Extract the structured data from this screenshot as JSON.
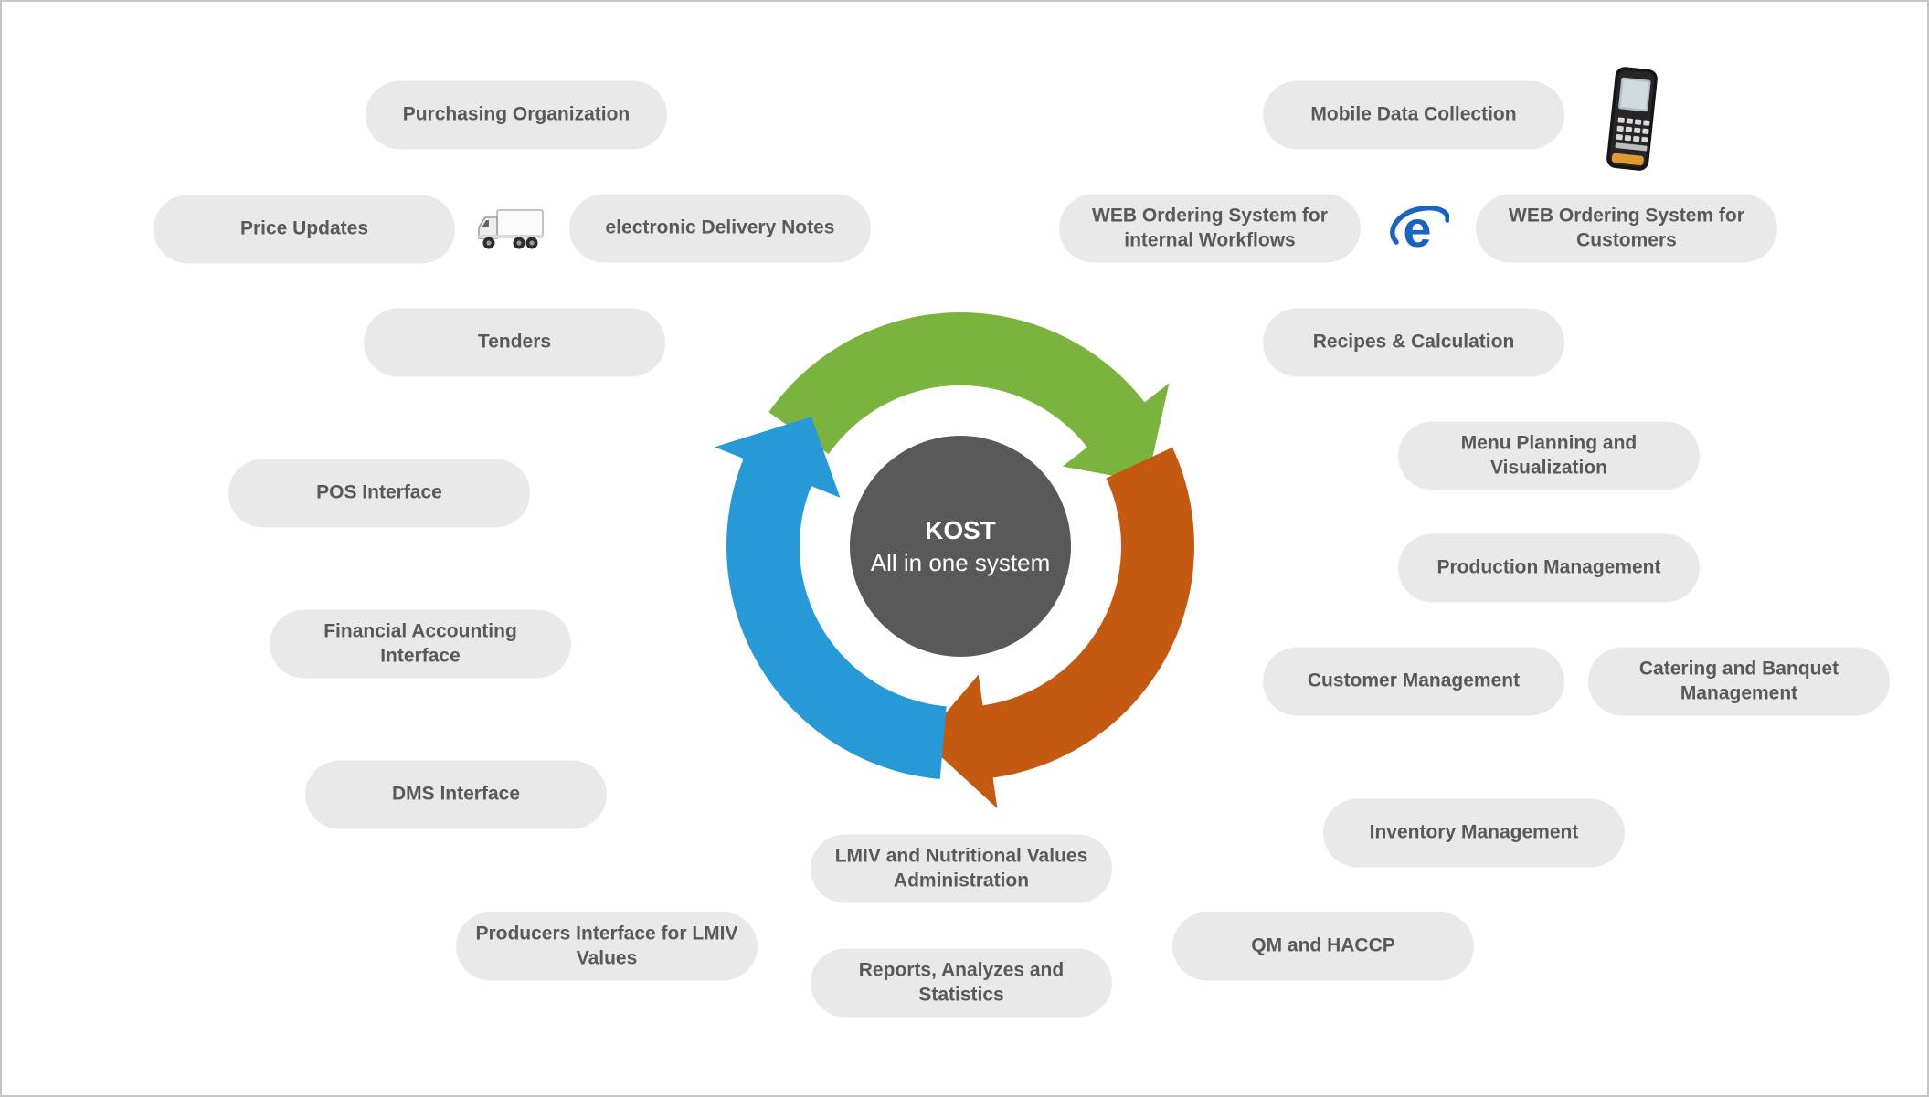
{
  "diagram": {
    "center": {
      "title": "KOST",
      "subtitle": "All in one system"
    },
    "left": {
      "purchasing_organization": "Purchasing Organization",
      "price_updates": "Price Updates",
      "electronic_delivery_notes": "electronic Delivery Notes",
      "tenders": "Tenders",
      "pos_interface": "POS Interface",
      "financial_accounting_interface": "Financial Accounting Interface",
      "dms_interface": "DMS Interface",
      "producers_interface_lmiv": "Producers Interface for LMIV Values"
    },
    "bottom": {
      "lmiv_nutritional": "LMIV and Nutritional Values Administration",
      "reports_statistics": "Reports, Analyzes and Statistics"
    },
    "right": {
      "mobile_data_collection": "Mobile Data Collection",
      "web_ordering_internal": "WEB Ordering System for internal Workflows",
      "web_ordering_customers": "WEB Ordering System for Customers",
      "recipes_calculation": "Recipes & Calculation",
      "menu_planning_visualization": "Menu Planning and Visualization",
      "production_management": "Production Management",
      "customer_management": "Customer Management",
      "catering_banquet_management": "Catering and Banquet Management",
      "inventory_management": "Inventory Management",
      "qm_haccp": "QM and HACCP"
    },
    "icons": {
      "truck": "truck-icon",
      "internet_explorer": "internet-explorer-icon",
      "mobile_terminal": "mobile-data-terminal-icon"
    },
    "colors": {
      "arrow_green": "#7ab43e",
      "arrow_orange": "#c45911",
      "arrow_blue": "#2699d6",
      "hub": "#595959",
      "pill_bg": "#e9e9e9",
      "pill_text": "#595959",
      "ie_blue": "#1b63c0"
    }
  }
}
